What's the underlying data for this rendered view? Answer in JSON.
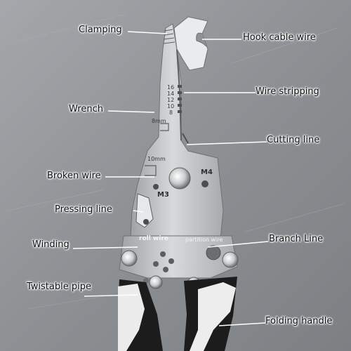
{
  "labels": {
    "clamping": "Clamping",
    "hook_cable_wire": "Hook cable wire",
    "wire_stripping": "Wire stripping",
    "wrench": "Wrench",
    "cutting_line": "Cutting line",
    "broken_wire": "Broken wire",
    "pressing_line": "Pressing line",
    "winding": "Winding",
    "branch_line": "Branch Line",
    "twistable_pipe": "Twistable pipe",
    "folding_handle": "Folding handle"
  },
  "engraving": {
    "gauges": [
      "16",
      "14",
      "12",
      "10",
      "8"
    ],
    "wrench_8": "8mm",
    "wrench_10": "10mm",
    "m4": "M4",
    "m3": "M3",
    "roll_wire": "roll wire",
    "partition_wire": "partition wire"
  },
  "colors": {
    "background": "#8f9396",
    "steel": "#c3c6c8",
    "handle_white": "#eeeeee",
    "handle_black": "#1c1c1c"
  }
}
